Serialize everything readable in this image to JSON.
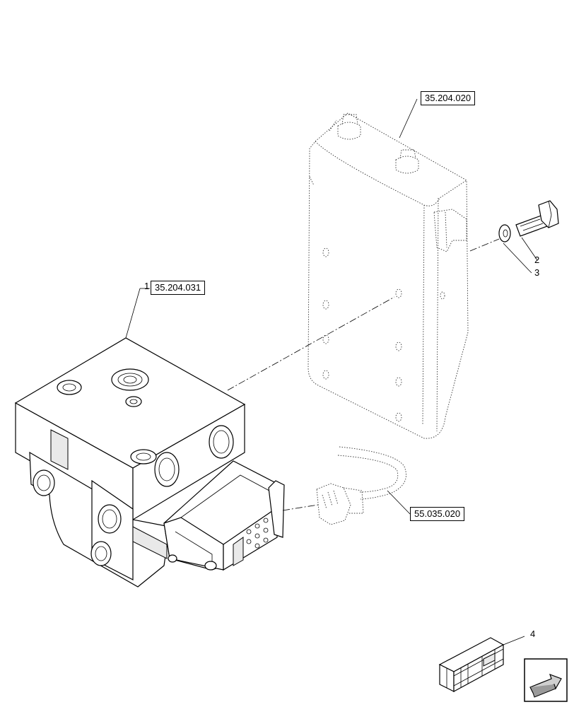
{
  "labels": {
    "cooler_ref": "35.204.020",
    "valve_ref": "35.204.031",
    "harness_ref": "55.035.020"
  },
  "callouts": {
    "valve": "1",
    "bolt": "2",
    "washer": "3",
    "kit": "4"
  },
  "icons": {
    "navigation": "arrow-return-icon",
    "kit_box": "crate-icon"
  }
}
